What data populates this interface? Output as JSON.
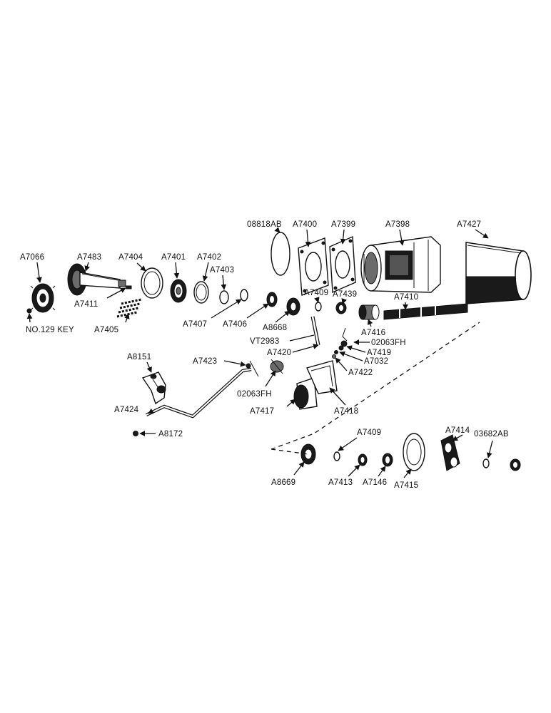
{
  "labels": {
    "A7066": "A7066",
    "NO129KEY": "NO.129 KEY",
    "A7483": "A7483",
    "A7411": "A7411",
    "A7405": "A7405",
    "A7404": "A7404",
    "A7401": "A7401",
    "A7402": "A7402",
    "A7403": "A7403",
    "A7407": "A7407",
    "A7406": "A7406",
    "A8668": "A8668",
    "08818AB": "08818AB",
    "A7400": "A7400",
    "A7399": "A7399",
    "A7398": "A7398",
    "A7427": "A7427",
    "A7409a": "A7409",
    "A7439": "A7439",
    "A7410": "A7410",
    "A7416": "A7416",
    "VT2983": "VT2983",
    "A7420": "A7420",
    "02063FHa": "02063FH",
    "A7419": "A7419",
    "A7032": "A7032",
    "A7422": "A7422",
    "A8151": "A8151",
    "A7423": "A7423",
    "02063FHb": "02063FH",
    "A7417": "A7417",
    "A7418": "A7418",
    "A7424": "A7424",
    "A8172": "A8172",
    "A7409b": "A7409",
    "A7414": "A7414",
    "03682AB": "03682AB",
    "A8669": "A8669",
    "A7413": "A7413",
    "A7146": "A7146",
    "A7415": "A7415"
  }
}
